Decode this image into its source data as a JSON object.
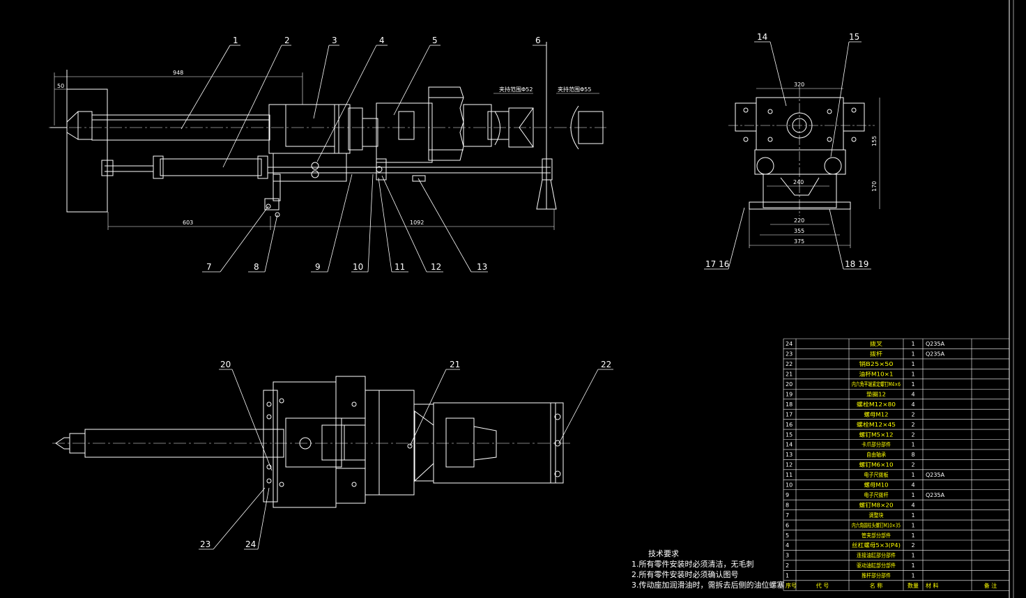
{
  "views": {
    "front": {
      "balloons": [
        "1",
        "2",
        "3",
        "4",
        "5",
        "6",
        "7",
        "8",
        "9",
        "10",
        "11",
        "12",
        "13"
      ],
      "dimensions": {
        "d948": "948",
        "d50": "50",
        "d603": "603",
        "d1092": "1092",
        "range_a": "夹持范围Φ52",
        "range_b": "夹持范围Φ55"
      }
    },
    "side": {
      "balloons": [
        "14",
        "15",
        "17  16",
        "18  19"
      ],
      "dimensions": {
        "d320": "320",
        "d155": "155",
        "d170": "170",
        "d240": "240",
        "d220": "220",
        "d355": "355",
        "d375": "375"
      }
    },
    "top": {
      "balloons": [
        "20",
        "21",
        "22",
        "23",
        "24"
      ]
    }
  },
  "bom": {
    "rows": [
      {
        "no": "24",
        "code": "",
        "name": "拨叉",
        "qty": "1",
        "material": "Q235A",
        "note": ""
      },
      {
        "no": "23",
        "code": "",
        "name": "拨杆",
        "qty": "1",
        "material": "Q235A",
        "note": ""
      },
      {
        "no": "22",
        "code": "",
        "name": "销B25×50",
        "qty": "1",
        "material": "",
        "note": ""
      },
      {
        "no": "21",
        "code": "",
        "name": "油杯M10×1",
        "qty": "1",
        "material": "",
        "note": ""
      },
      {
        "no": "20",
        "code": "",
        "name": "内六角平端紧定螺钉M4×6",
        "qty": "1",
        "material": "",
        "note": ""
      },
      {
        "no": "19",
        "code": "",
        "name": "垫圈12",
        "qty": "4",
        "material": "",
        "note": ""
      },
      {
        "no": "18",
        "code": "",
        "name": "螺栓M12×80",
        "qty": "4",
        "material": "",
        "note": ""
      },
      {
        "no": "17",
        "code": "",
        "name": "螺母M12",
        "qty": "2",
        "material": "",
        "note": ""
      },
      {
        "no": "16",
        "code": "",
        "name": "螺栓M12×45",
        "qty": "2",
        "material": "",
        "note": ""
      },
      {
        "no": "15",
        "code": "",
        "name": "螺钉M5×12",
        "qty": "2",
        "material": "",
        "note": ""
      },
      {
        "no": "14",
        "code": "",
        "name": "卡爪部分部件",
        "qty": "1",
        "material": "",
        "note": ""
      },
      {
        "no": "13",
        "code": "",
        "name": "自由轴承",
        "qty": "8",
        "material": "",
        "note": ""
      },
      {
        "no": "12",
        "code": "",
        "name": "螺钉M6×10",
        "qty": "2",
        "material": "",
        "note": ""
      },
      {
        "no": "11",
        "code": "",
        "name": "电子尺拨板",
        "qty": "1",
        "material": "Q235A",
        "note": ""
      },
      {
        "no": "10",
        "code": "",
        "name": "螺母M10",
        "qty": "4",
        "material": "",
        "note": ""
      },
      {
        "no": "9",
        "code": "",
        "name": "电子尺拨杆",
        "qty": "1",
        "material": "Q235A",
        "note": ""
      },
      {
        "no": "8",
        "code": "",
        "name": "螺钉M8×20",
        "qty": "4",
        "material": "",
        "note": ""
      },
      {
        "no": "7",
        "code": "",
        "name": "调整块",
        "qty": "1",
        "material": "",
        "note": ""
      },
      {
        "no": "6",
        "code": "",
        "name": "内六角圆柱头螺钉M10×35",
        "qty": "1",
        "material": "",
        "note": ""
      },
      {
        "no": "5",
        "code": "",
        "name": "管夹部分部件",
        "qty": "1",
        "material": "",
        "note": ""
      },
      {
        "no": "4",
        "code": "",
        "name": "丝杠螺母5×3(P4)",
        "qty": "2",
        "material": "",
        "note": ""
      },
      {
        "no": "3",
        "code": "",
        "name": "连接油缸部分部件",
        "qty": "1",
        "material": "",
        "note": ""
      },
      {
        "no": "2",
        "code": "",
        "name": "驱动油缸部分部件",
        "qty": "1",
        "material": "",
        "note": ""
      },
      {
        "no": "1",
        "code": "",
        "name": "推杆部分部件",
        "qty": "1",
        "material": "",
        "note": ""
      }
    ],
    "header": {
      "no": "序号",
      "code": "代    号",
      "name": "名    称",
      "qty": "数量",
      "material": "材    料",
      "note": "备    注"
    }
  },
  "tech": {
    "title": "技术要求",
    "lines": [
      "1.所有零件安装时必须清洁，无毛刺",
      "2.所有零件安装时必须确认图号",
      "3.传动座加润滑油时，需拆去后侧的油位螺塞"
    ]
  },
  "colors": {
    "line": "#ffffff",
    "background": "#000000",
    "accent": "#ffff00"
  }
}
